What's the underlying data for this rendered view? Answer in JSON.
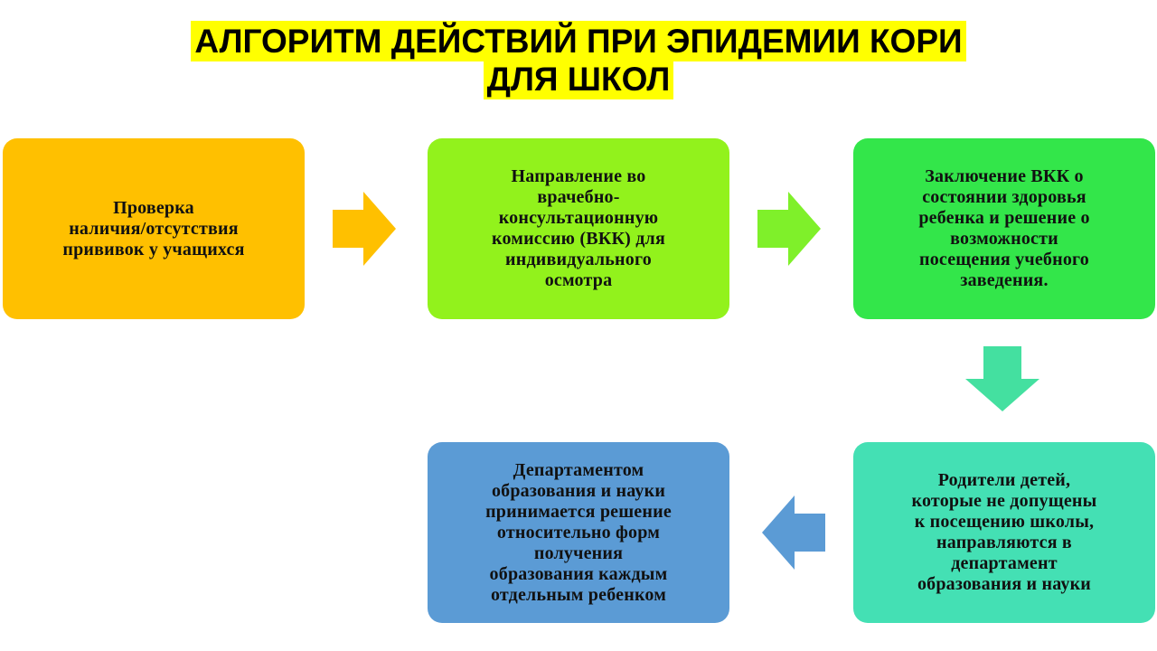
{
  "title": {
    "line1": "АЛГОРИТМ ДЕЙСТВИЙ ПРИ ЭПИДЕМИИ КОРИ",
    "line2": "ДЛЯ ШКОЛ"
  },
  "steps": [
    {
      "text": "Проверка\nналичия/отсутствия\nпрививок у учащихся",
      "color": "#ffc000"
    },
    {
      "text": "Направление во\nврачебно-\nконсультационную\nкомиссию (ВКК) для\nиндивидуального\nосмотра",
      "color": "#92f21c"
    },
    {
      "text": "Заключение ВКК о\nсостоянии здоровья\nребенка и  решение о\nвозможности\nпосещения учебного\nзаведения.",
      "color": "#33e64a"
    },
    {
      "text": "Родители детей,\nкоторые не допущены\nк посещению школы,\nнаправляются в\nдепартамент\nобразования и науки",
      "color": "#44e0b4"
    },
    {
      "text": "Департаментом\nобразования и науки\nпринимается решение\nотносительно форм\nполучения\nобразования каждым\nотдельным ребенком",
      "color": "#5b9bd5"
    }
  ],
  "arrow_colors": {
    "a1": "#ffc000",
    "a2": "#92f21c",
    "a3": "#44e0a0",
    "a4": "#5b9bd5"
  }
}
